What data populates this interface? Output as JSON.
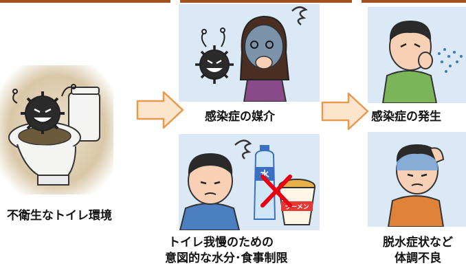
{
  "captions": {
    "source": "不衛生なトイレ環境",
    "mediate": "感染症の媒介",
    "outbreak": "感染症の発生",
    "restrict_line1": "トイレ我慢のための",
    "restrict_line2": "意図的な水分･食事制限",
    "dehydrate_line1": "脱水症状など",
    "dehydrate_line2": "体調不良"
  },
  "product_labels": {
    "bottle": "水",
    "noodles": "ラーメン"
  },
  "colors": {
    "sepia_panel": "#d9c7a8",
    "blue_panel": "#dbe9f6",
    "arrow_fill": "#fde4cc",
    "arrow_stroke": "#e69a4d",
    "top_bar": "#a0521e",
    "cross": "#e60012"
  },
  "icons": [
    "germ-icon",
    "toilet-icon",
    "face-covering-mouth-icon",
    "coughing-person-icon",
    "worried-person-icon",
    "water-bottle-icon",
    "cup-noodle-icon",
    "red-cross-icon",
    "sick-person-icon"
  ]
}
